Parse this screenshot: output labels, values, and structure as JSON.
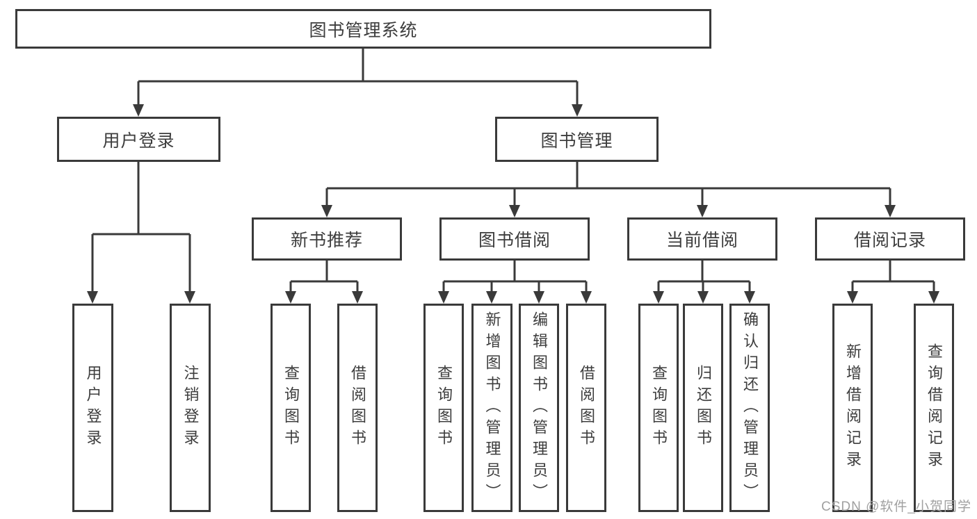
{
  "diagram": {
    "root": "图书管理系统",
    "level2": {
      "user_login": "用户登录",
      "book_management": "图书管理"
    },
    "level3": {
      "new_book_recommend": "新书推荐",
      "book_borrowing": "图书借阅",
      "current_borrowing": "当前借阅",
      "borrowing_records": "借阅记录"
    },
    "leaves": {
      "user_login": "用户登录",
      "logout": "注销登录",
      "query_books_recommend": "查询图书",
      "borrow_books_recommend": "借阅图书",
      "query_books_borrowing": "查询图书",
      "add_books_admin": "新增图书（管理员）",
      "edit_books_admin": "编辑图书（管理员）",
      "borrow_books_borrowing": "借阅图书",
      "query_books_current": "查询图书",
      "return_books": "归还图书",
      "confirm_return_admin": "确认归还（管理员）",
      "add_borrowing_record": "新增借阅记录",
      "query_borrowing_record": "查询借阅记录"
    }
  },
  "watermark": "CSDN @软件_小贺同学",
  "colors": {
    "line": "#3a3a3a",
    "text": "#3d3d3d",
    "background": "#ffffff",
    "watermark": "#a0a0a0"
  }
}
